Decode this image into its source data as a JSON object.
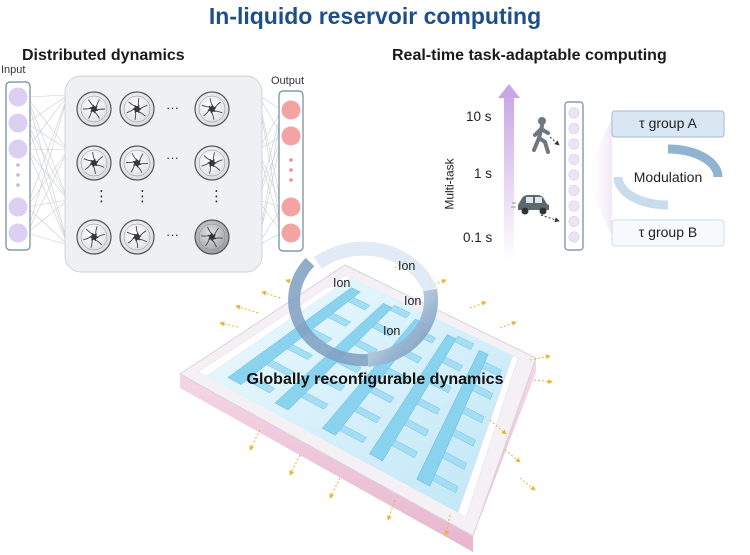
{
  "title": "In-liquido reservoir computing",
  "left_panel": {
    "heading": "Distributed dynamics",
    "input_label": "Input",
    "output_label": "Output",
    "ellipsis_h": "···",
    "ellipsis_v": "⋮"
  },
  "right_panel": {
    "heading": "Real-time task-adaptable computing",
    "axis_label": "Multi-task",
    "tick_labels": [
      "10 s",
      "1 s",
      "0.1 s"
    ],
    "group_a": "τ group A",
    "group_b": "τ group B",
    "modulation": "Modulation",
    "icons": [
      "walking-person-icon",
      "car-icon"
    ]
  },
  "chip": {
    "label": "Globally reconfigurable dynamics",
    "ion_labels": [
      "Ion",
      "Ion",
      "Ion",
      "Ion"
    ]
  },
  "colors": {
    "title_blue": "#1f4e8c",
    "input_node": "#dcd0f2",
    "output_node": "#f4a3a3",
    "chip_top": "#d7f0fa",
    "chip_base": "#efc9dc",
    "electrode": "#8ad3ee",
    "arrow_gold": "#e9b536",
    "modulation_blue": "#8fb3d1"
  }
}
